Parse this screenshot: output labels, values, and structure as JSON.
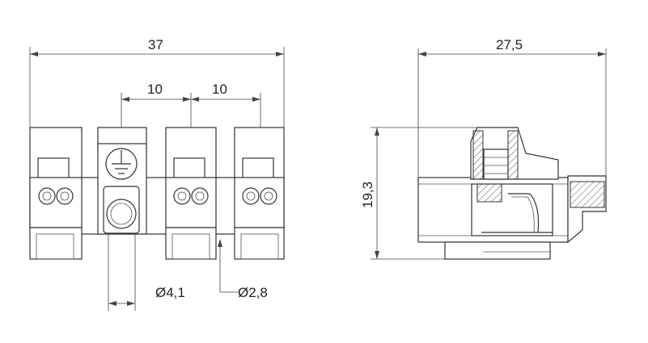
{
  "front_view": {
    "overall_width": "37",
    "pitch_left": "10",
    "pitch_right": "10",
    "hole_diameter": "Ø4,1",
    "pin_diameter": "Ø2,8"
  },
  "side_view": {
    "depth": "27,5",
    "height": "19,3"
  },
  "icons": {
    "ground_symbol": "earth-ground-icon"
  }
}
